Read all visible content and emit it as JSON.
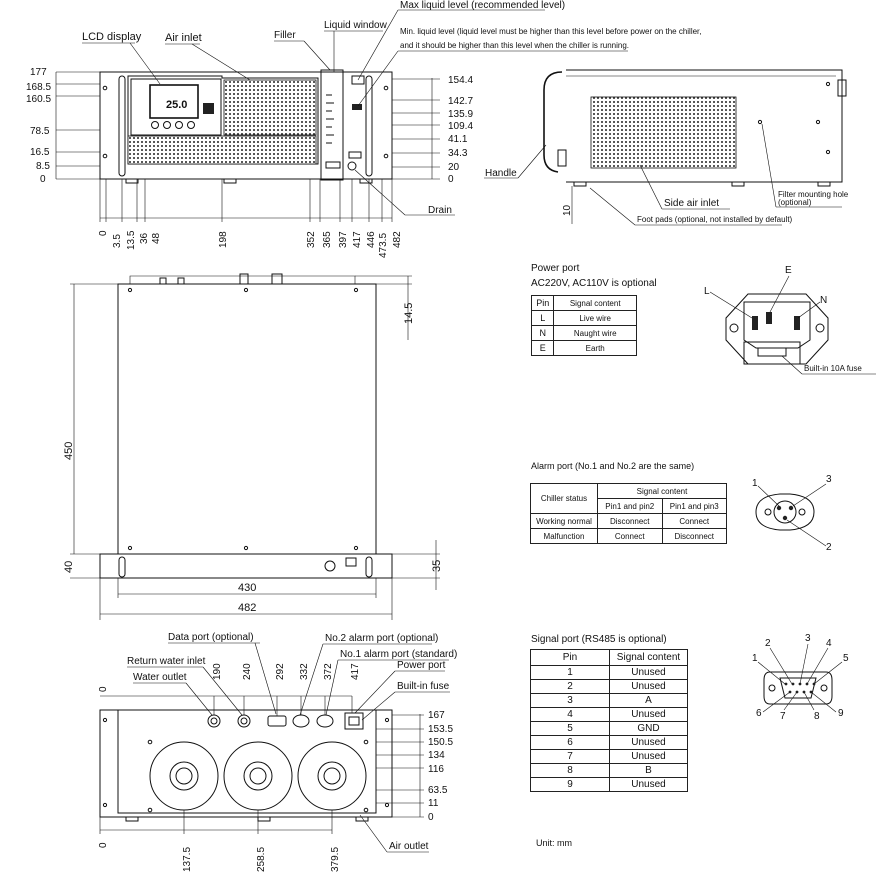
{
  "front_view": {
    "labels": {
      "lcd_display": "LCD display",
      "air_inlet": "Air inlet",
      "filler": "Filler",
      "liquid_window": "Liquid window",
      "max_level": "Max liquid level (recommended level)",
      "min_level_1": "Min. liquid level (liquid level must be higher than this level before power on the chiller,",
      "min_level_2": "and it should be higher than this level when the chiller is running.",
      "drain": "Drain",
      "lcd_value": "25.0"
    },
    "left_dims": [
      "177",
      "168.5",
      "160.5",
      "78.5",
      "16.5",
      "8.5",
      "0"
    ],
    "right_dims": [
      "154.4",
      "142.7",
      "135.9",
      "109.4",
      "41.1",
      "34.3",
      "20",
      "0"
    ],
    "bottom_dims": [
      "0",
      "3.5",
      "13.5",
      "36",
      "48",
      "198",
      "352",
      "365",
      "397",
      "417",
      "446",
      "473.5",
      "482"
    ]
  },
  "side_view": {
    "labels": {
      "handle": "Handle",
      "side_air_inlet": "Side air inlet",
      "filter_hole": "Filter mounting hole",
      "optional": "(optional)",
      "foot_pads": "Foot pads (optional, not installed by default)",
      "dim_10": "10"
    }
  },
  "top_view": {
    "dims": {
      "d450": "450",
      "d40": "40",
      "d430": "430",
      "d482": "482",
      "d14_5": "14.5",
      "d35": "35"
    }
  },
  "rear_view": {
    "labels": {
      "data_port": "Data port (optional)",
      "return_water": "Return water inlet",
      "water_outlet": "Water outlet",
      "no2_alarm": "No.2 alarm port (optional)",
      "no1_alarm": "No.1 alarm port (standard)",
      "power_port": "Power port",
      "builtin_fuse": "Built-in fuse",
      "air_outlet": "Air outlet"
    },
    "top_dims": [
      "190",
      "240",
      "292",
      "332",
      "372",
      "417"
    ],
    "right_dims": [
      "167",
      "153.5",
      "150.5",
      "134",
      "116",
      "63.5",
      "11",
      "0"
    ],
    "bottom_dims": [
      "0",
      "137.5",
      "258.5",
      "379.5"
    ],
    "left_zero_top": "0",
    "left_zero_bottom": "0"
  },
  "power_port": {
    "title": "Power port",
    "subtitle": "AC220V, AC110V is optional",
    "headers": [
      "Pin",
      "Signal content"
    ],
    "rows": [
      [
        "L",
        "Live wire"
      ],
      [
        "N",
        "Naught wire"
      ],
      [
        "E",
        "Earth"
      ]
    ],
    "pin_labels": {
      "L": "L",
      "E": "E",
      "N": "N"
    },
    "fuse_label": "Built-in 10A fuse"
  },
  "alarm_port": {
    "title": "Alarm port (No.1 and No.2 are the same)",
    "header_status": "Chiller status",
    "header_signal": "Signal content",
    "sub_headers": [
      "Pin1 and pin2",
      "Pin1 and pin3"
    ],
    "rows": [
      [
        "Working normal",
        "Disconnect",
        "Connect"
      ],
      [
        "Malfunction",
        "Connect",
        "Disconnect"
      ]
    ],
    "pin_labels": [
      "1",
      "3",
      "2"
    ]
  },
  "signal_port": {
    "title": "Signal port (RS485 is optional)",
    "headers": [
      "Pin",
      "Signal content"
    ],
    "rows": [
      [
        "1",
        "Unused"
      ],
      [
        "2",
        "Unused"
      ],
      [
        "3",
        "A"
      ],
      [
        "4",
        "Unused"
      ],
      [
        "5",
        "GND"
      ],
      [
        "6",
        "Unused"
      ],
      [
        "7",
        "Unused"
      ],
      [
        "8",
        "B"
      ],
      [
        "9",
        "Unused"
      ]
    ],
    "pin_labels": [
      "1",
      "2",
      "3",
      "4",
      "5",
      "6",
      "7",
      "8",
      "9"
    ]
  },
  "unit_label": "Unit: mm"
}
